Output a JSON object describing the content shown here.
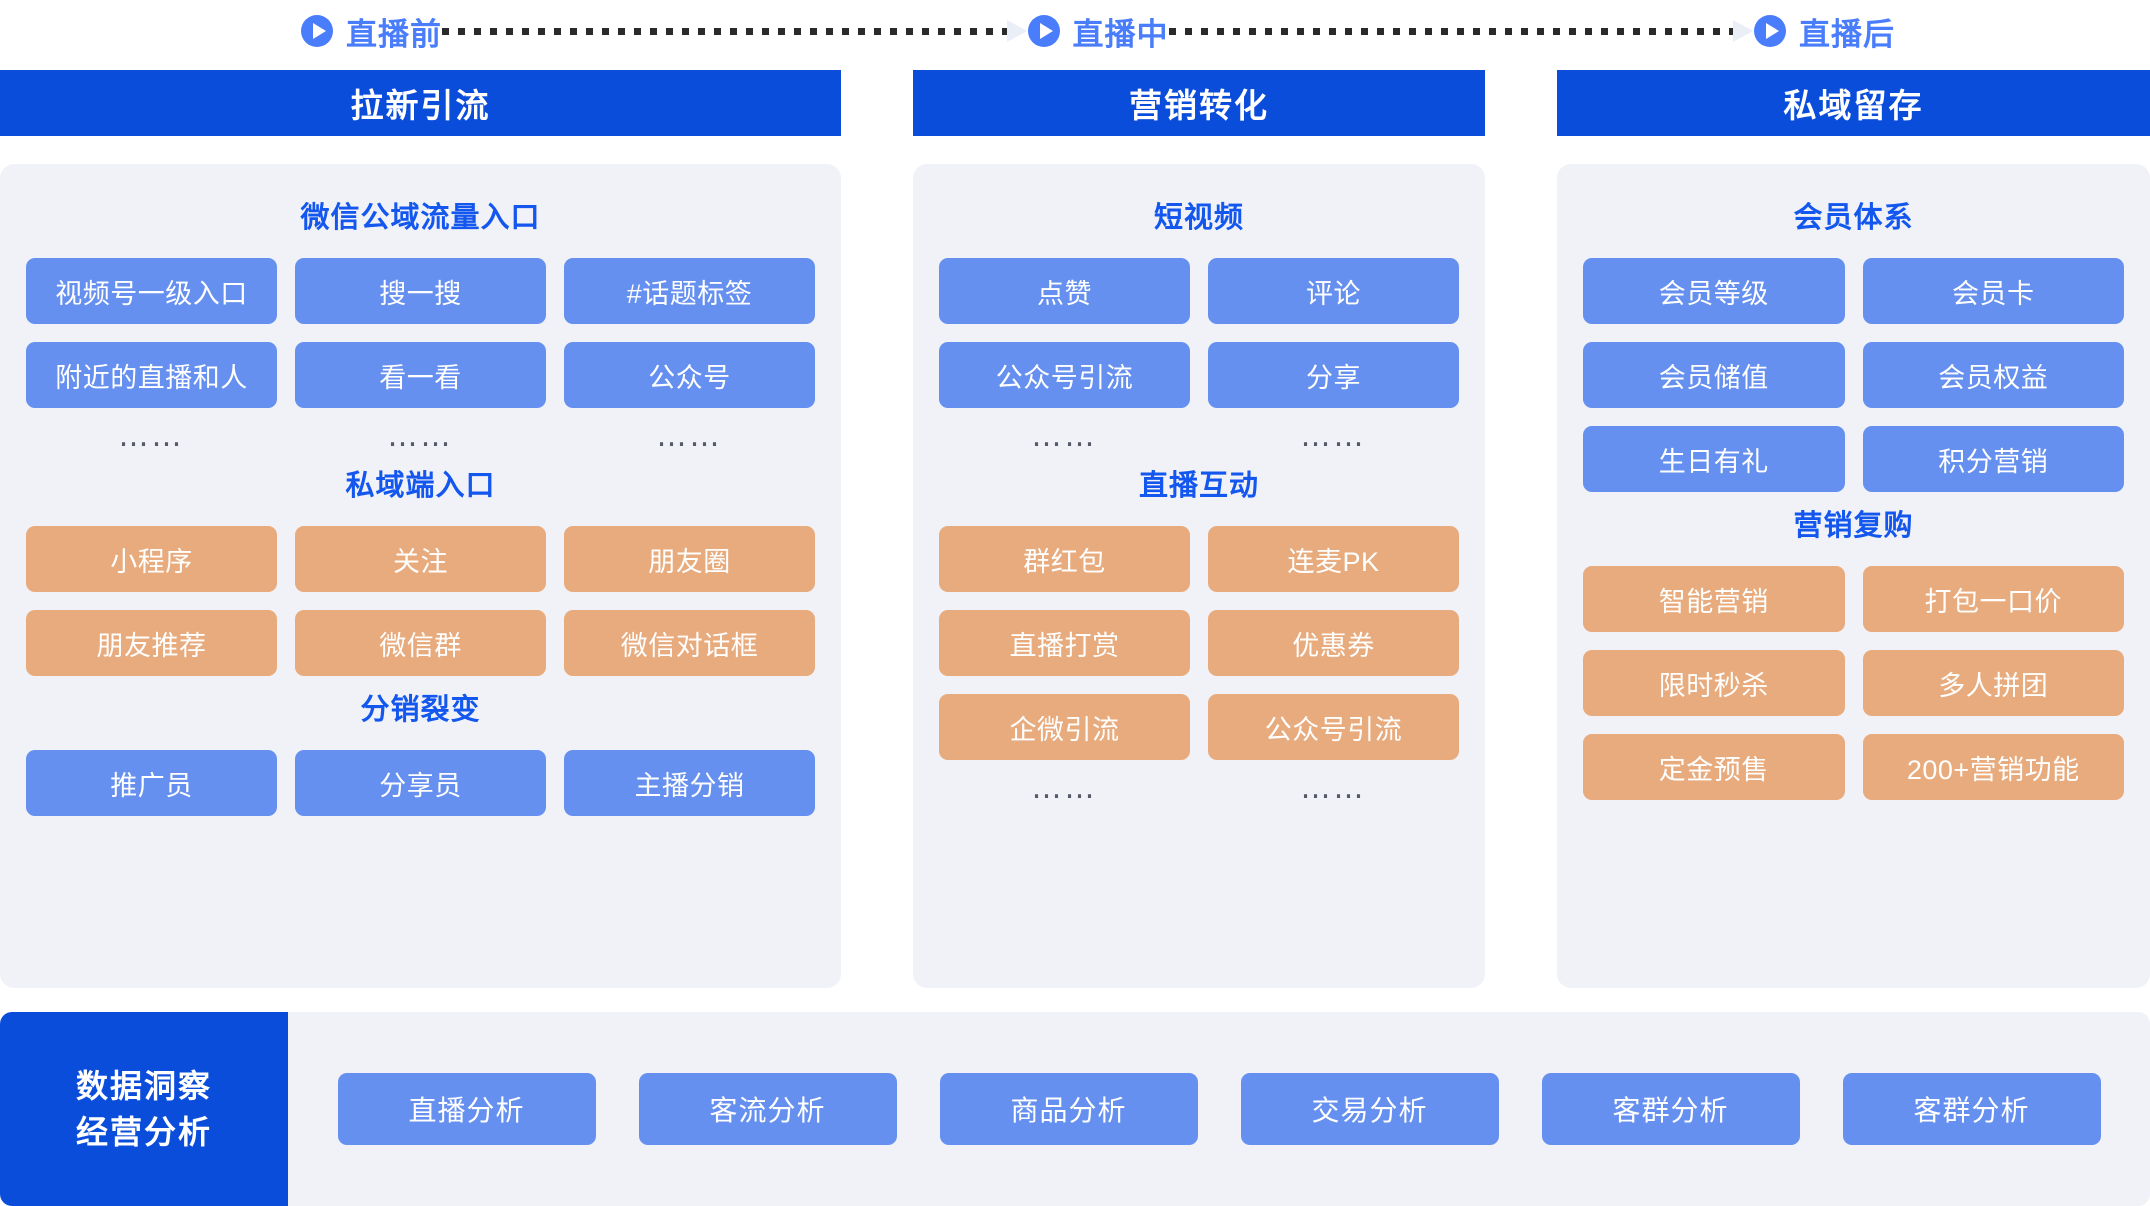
{
  "theme": {
    "header_blue": "#0b4ddb",
    "title_blue": "#1457ef",
    "phase_blue": "#4a7dfb",
    "chip_blue": "#6690ef",
    "chip_orange": "#e8ab7d",
    "panel_gray": "#f0f2f7",
    "page_bg": "#ffffff"
  },
  "phases": [
    {
      "icon": "play-circle-icon",
      "label": "直播前"
    },
    {
      "icon": "play-circle-icon",
      "label": "直播中"
    },
    {
      "icon": "play-circle-icon",
      "label": "直播后"
    }
  ],
  "columns": [
    {
      "header": "拉新引流",
      "sections": [
        {
          "title": "微信公域流量入口",
          "style": "blue",
          "cols": 3,
          "chips": [
            "视频号一级入口",
            "搜一搜",
            "#话题标签",
            "附近的直播和人",
            "看一看",
            "公众号"
          ],
          "ellipsis": [
            "……",
            "……",
            "……"
          ]
        },
        {
          "title": "私域端入口",
          "style": "orange",
          "cols": 3,
          "chips": [
            "小程序",
            "关注",
            "朋友圈",
            "朋友推荐",
            "微信群",
            "微信对话框"
          ],
          "ellipsis": []
        },
        {
          "title": "分销裂变",
          "style": "blue",
          "cols": 3,
          "chips": [
            "推广员",
            "分享员",
            "主播分销"
          ],
          "ellipsis": []
        }
      ]
    },
    {
      "header": "营销转化",
      "sections": [
        {
          "title": "短视频",
          "style": "blue",
          "cols": 2,
          "chips": [
            "点赞",
            "评论",
            "公众号引流",
            "分享"
          ],
          "ellipsis": [
            "……",
            "……"
          ]
        },
        {
          "title": "直播互动",
          "style": "orange",
          "cols": 2,
          "chips": [
            "群红包",
            "连麦PK",
            "直播打赏",
            "优惠券",
            "企微引流",
            "公众号引流"
          ],
          "ellipsis": [
            "……",
            "……"
          ]
        }
      ]
    },
    {
      "header": "私域留存",
      "sections": [
        {
          "title": "会员体系",
          "style": "blue",
          "cols": 2,
          "chips": [
            "会员等级",
            "会员卡",
            "会员储值",
            "会员权益",
            "生日有礼",
            "积分营销"
          ],
          "ellipsis": []
        },
        {
          "title": "营销复购",
          "style": "orange",
          "cols": 2,
          "chips": [
            "智能营销",
            "打包一口价",
            "限时秒杀",
            "多人拼团",
            "定金预售",
            "200+营销功能"
          ],
          "ellipsis": []
        }
      ]
    }
  ],
  "bottom": {
    "badge_line1": "数据洞察",
    "badge_line2": "经营分析",
    "chips": [
      "直播分析",
      "客流分析",
      "商品分析",
      "交易分析",
      "客群分析",
      "客群分析"
    ]
  }
}
